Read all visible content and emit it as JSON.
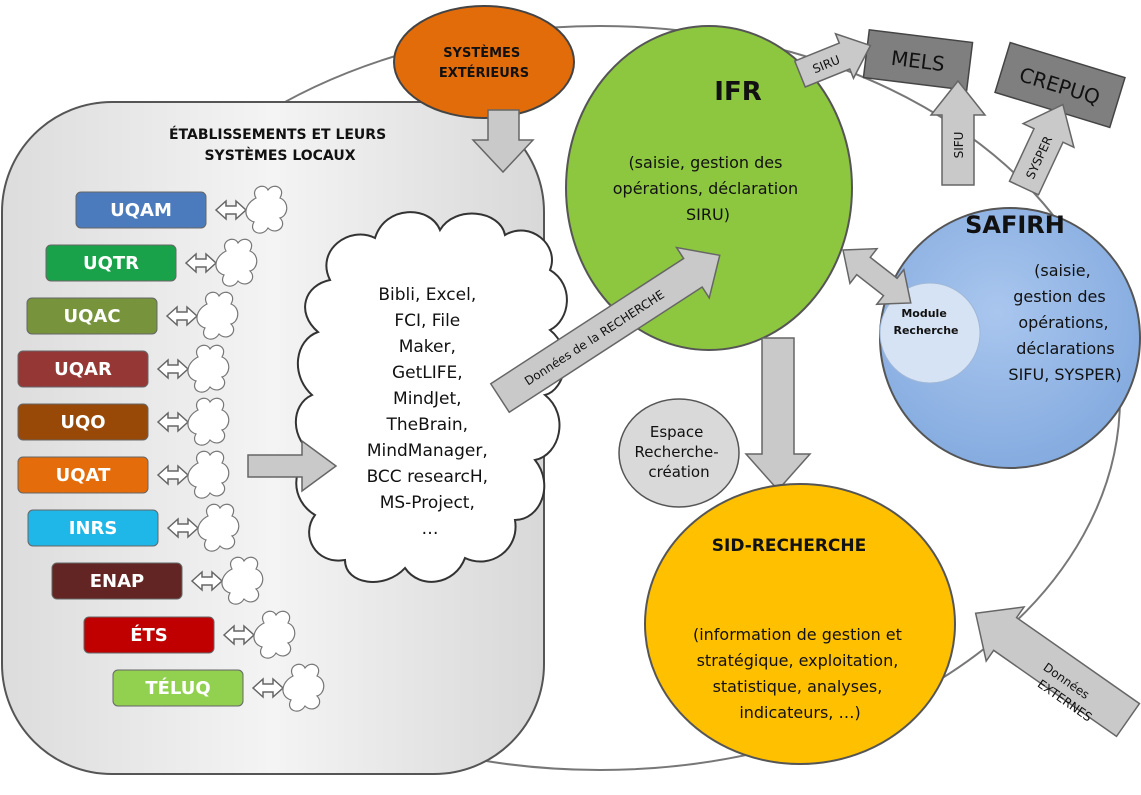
{
  "external_systems": {
    "line1": "SYSTÈMES",
    "line2": "EXTÉRIEURS"
  },
  "establishments": {
    "title_line1": "ÉTABLISSEMENTS ET LEURS",
    "title_line2": "SYSTÈMES LOCAUX",
    "universities": [
      {
        "label": "UQAM",
        "color": "#4b7bbd"
      },
      {
        "label": "UQTR",
        "color": "#1aa24b"
      },
      {
        "label": "UQAC",
        "color": "#77933c"
      },
      {
        "label": "UQAR",
        "color": "#953735"
      },
      {
        "label": "UQO",
        "color": "#984807"
      },
      {
        "label": "UQAT",
        "color": "#e46c0a"
      },
      {
        "label": "INRS",
        "color": "#1fb6e8"
      },
      {
        "label": "ENAP",
        "color": "#632523"
      },
      {
        "label": "ÉTS",
        "color": "#c00000"
      },
      {
        "label": "TÉLUQ",
        "color": "#92d050"
      }
    ]
  },
  "local_tools": {
    "lines": [
      "Bibli, Excel,",
      "FCI, File",
      "Maker,",
      "GetLIFE,",
      "MindJet,",
      "TheBrain,",
      "MindManager,",
      "BCC researcH,",
      "MS-Project,",
      "…"
    ]
  },
  "arrow_research_data": "Données de la RECHERCHE",
  "ifr": {
    "title": "IFR",
    "desc_lines": [
      "(saisie, gestion des",
      "opérations, déclaration",
      "SIRU)"
    ],
    "color": "#8dc63f"
  },
  "mels": {
    "label": "MELS"
  },
  "crepuq": {
    "label": "CREPUQ"
  },
  "arrow_siru": "SIRU",
  "arrow_sifu": "SIFU",
  "arrow_sysper": "SYSPER",
  "safirh": {
    "title": "SAFIRH",
    "desc_lines": [
      "(saisie,",
      "gestion des",
      "opérations,",
      "déclarations",
      "SIFU, SYSPER)"
    ],
    "module_lines": [
      "Module",
      "Recherche"
    ],
    "color": "#8eb4e3"
  },
  "espace": {
    "lines": [
      "Espace",
      "Recherche-",
      "création"
    ]
  },
  "sid": {
    "title": "SID-RECHERCHE",
    "desc_lines": [
      "(information de gestion et",
      "stratégique, exploitation,",
      "statistique, analyses,",
      "indicateurs, …)"
    ],
    "color": "#ffc000"
  },
  "arrow_external": {
    "line1": "Données",
    "line2": "EXTERNES"
  }
}
